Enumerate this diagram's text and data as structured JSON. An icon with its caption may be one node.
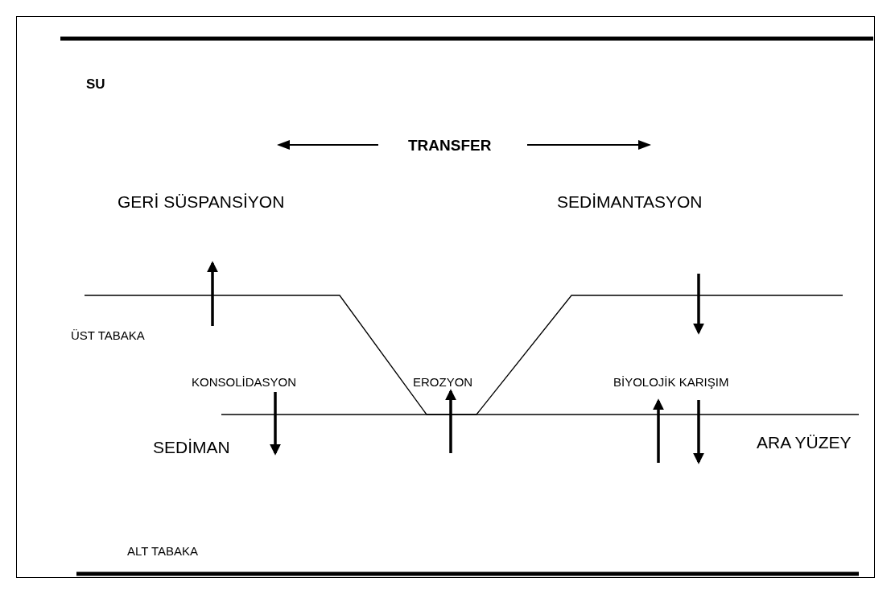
{
  "diagram": {
    "labels": [
      "SU",
      "TRANSFER",
      "GERİ SÜSPANSİYON",
      "SEDİMANTASYON",
      "ÜST TABAKA",
      "KONSOLİDASYON",
      "EROZYON",
      "BİYOLOJİK KARIŞIM",
      "SEDİMAN",
      "ARA YÜZEY",
      "ALT TABAKA"
    ]
  }
}
